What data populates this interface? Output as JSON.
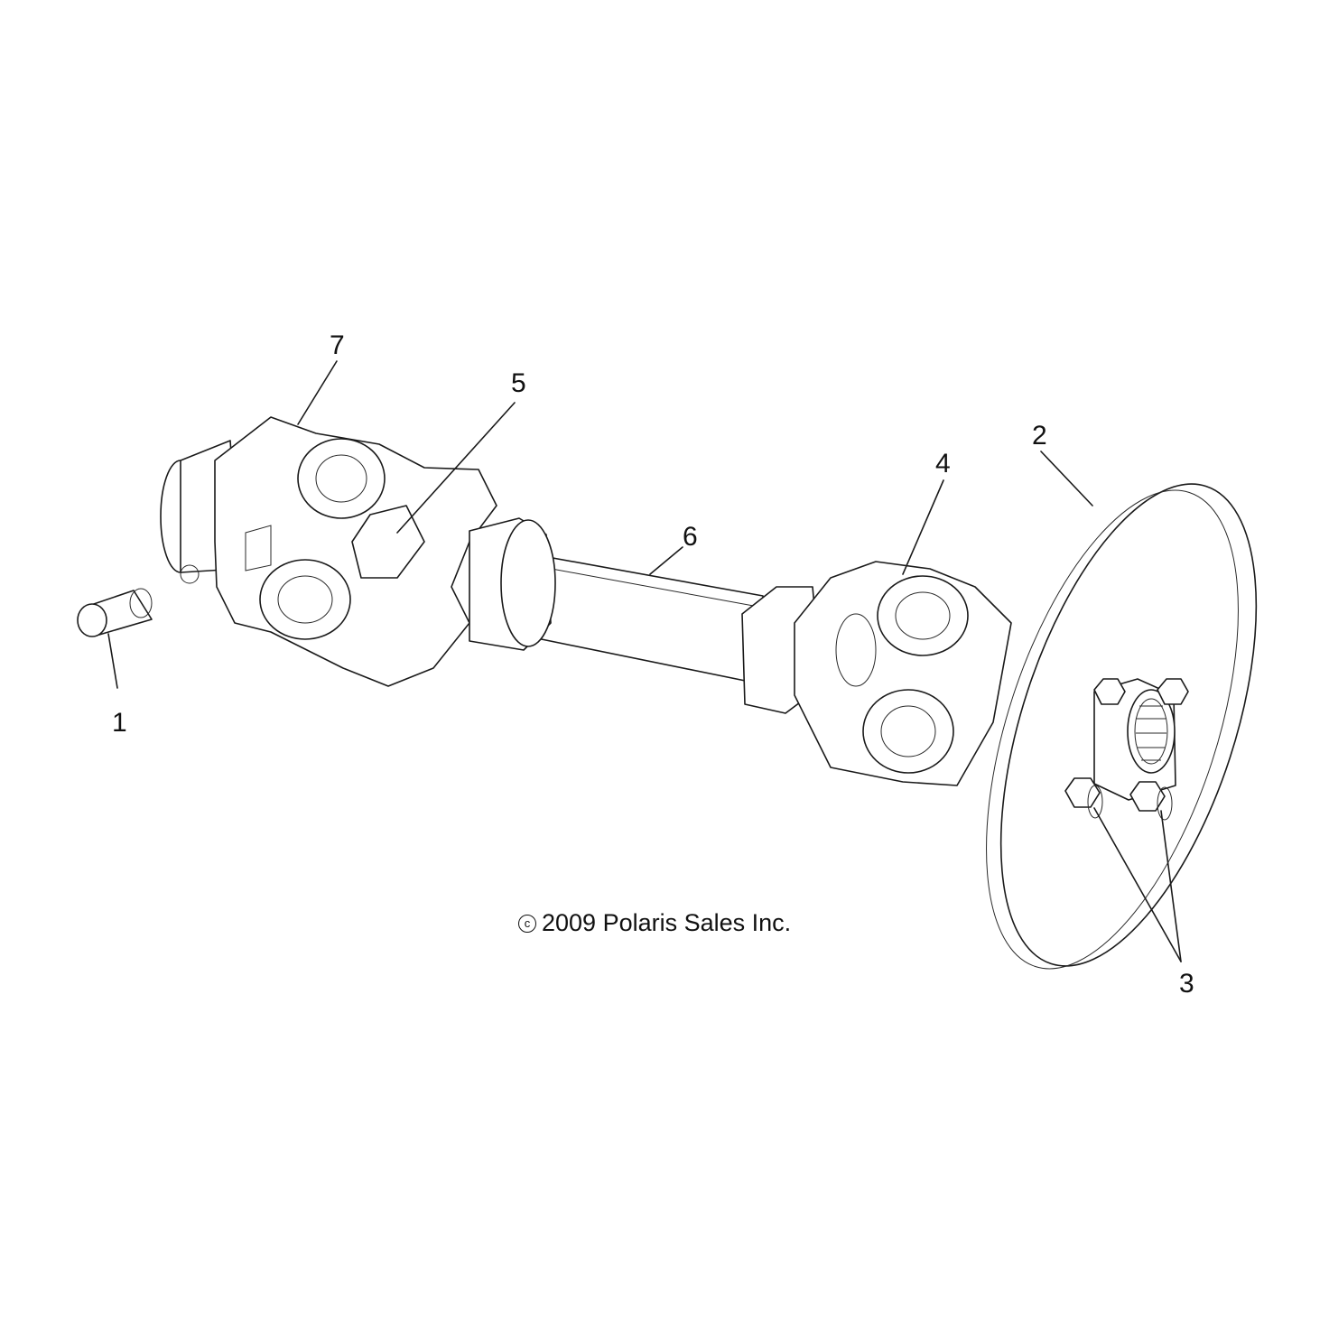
{
  "callouts": [
    {
      "id": "1",
      "label": "1"
    },
    {
      "id": "2",
      "label": "2"
    },
    {
      "id": "3",
      "label": "3"
    },
    {
      "id": "4",
      "label": "4"
    },
    {
      "id": "5",
      "label": "5"
    },
    {
      "id": "6",
      "label": "6"
    },
    {
      "id": "7",
      "label": "7"
    }
  ],
  "copyright": {
    "symbol": "c",
    "text": "2009 Polaris Sales Inc."
  }
}
